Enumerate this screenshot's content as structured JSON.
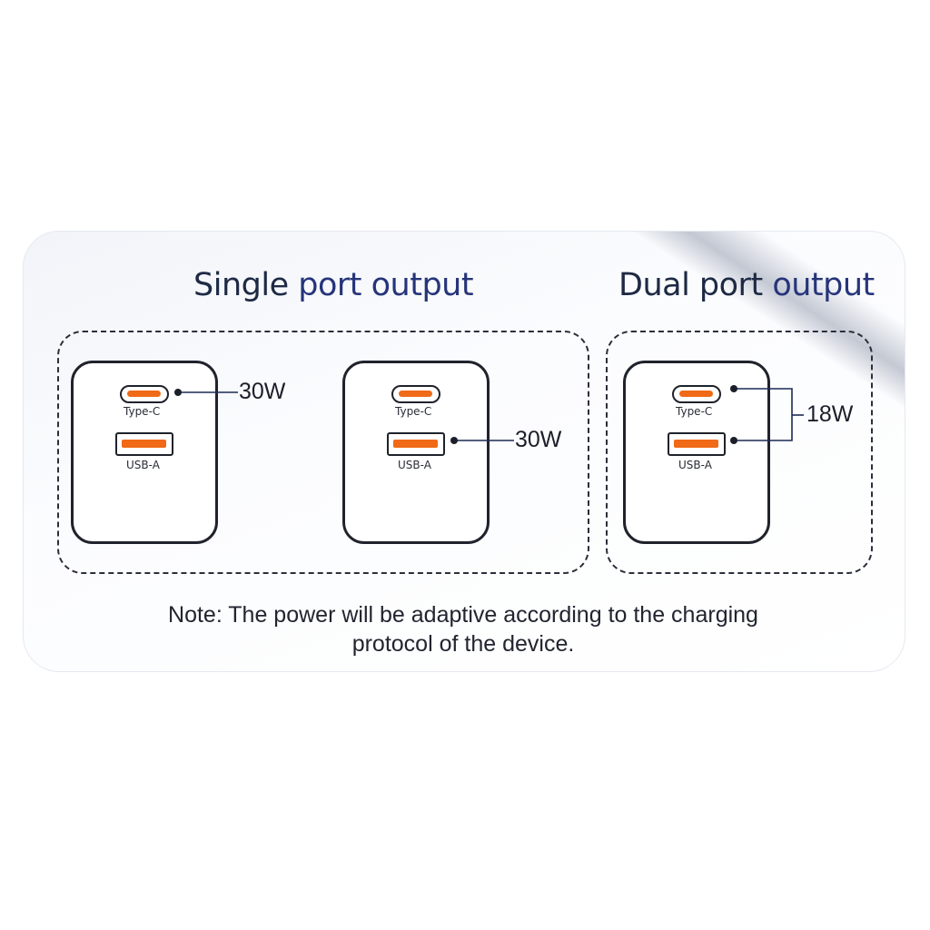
{
  "headings": {
    "single": {
      "prefix": "Single",
      "accent": "port output"
    },
    "dual": {
      "prefix": "Dual port",
      "accent": "output"
    }
  },
  "ports": {
    "type_c_label": "Type-C",
    "usb_a_label": "USB-A"
  },
  "outputs": {
    "single_type_c": "30W",
    "single_usb_a": "30W",
    "dual_total": "18W"
  },
  "note": {
    "line1": "Note: The power will be adaptive according to the charging",
    "line2": "protocol of the device."
  },
  "colors": {
    "port_accent": "#f06a17",
    "heading_dark": "#1e2a44",
    "heading_accent": "#26357a"
  },
  "icons": [
    "usb-c-port-icon",
    "usb-a-port-icon",
    "charger-icon"
  ]
}
